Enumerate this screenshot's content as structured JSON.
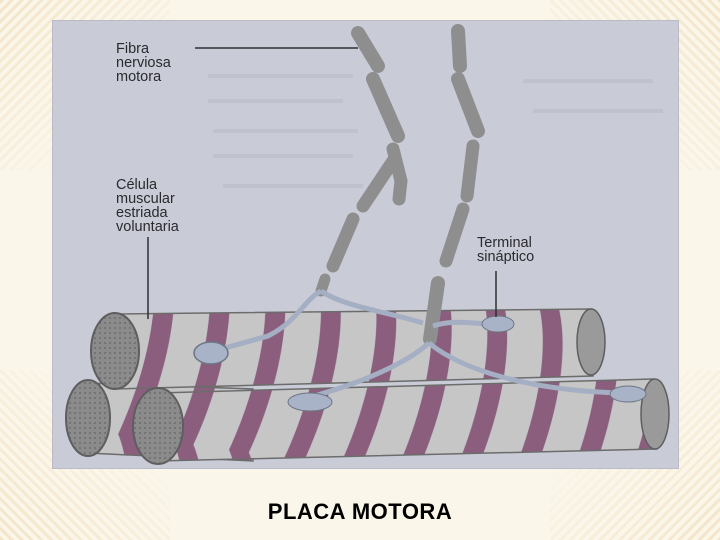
{
  "slide": {
    "caption": "PLACA MOTORA"
  },
  "figure": {
    "labels": {
      "fibra": "Fibra\nnerviosa\nmotora",
      "celula": "Célula\nmuscular\nestriada\nvoluntaria",
      "terminal": "Terminal\nsináptico"
    }
  },
  "colors": {
    "background": "#fbf6ea",
    "photo": "#c9ccd6",
    "muscle_band": "#8a5e7c",
    "muscle_light": "#c8c8c8",
    "nerve": "#8e8e8e",
    "terminal": "#a7b2c6"
  }
}
